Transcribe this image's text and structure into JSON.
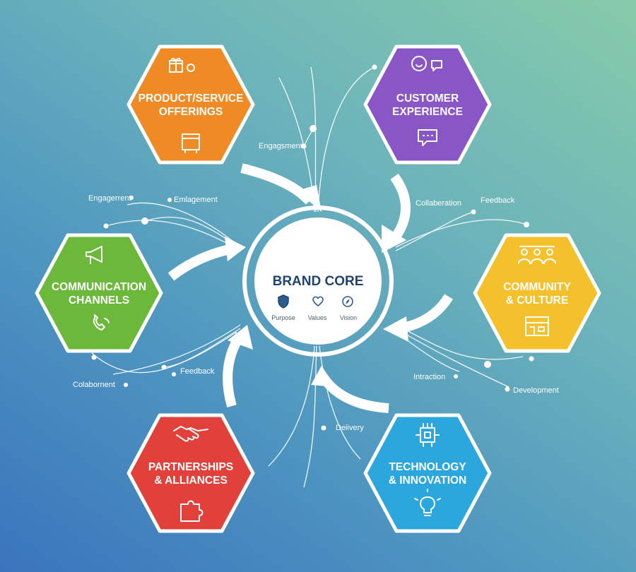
{
  "core": {
    "title": "BRAND CORE",
    "pillars": [
      {
        "label": "Purpose",
        "icon": "shield-icon"
      },
      {
        "label": "Values",
        "icon": "heart-icon"
      },
      {
        "label": "Vision",
        "icon": "compass-icon"
      }
    ]
  },
  "hexagons": [
    {
      "line1": "PRODUCT/SERVICE",
      "line2": "OFFERINGS",
      "color": "#f08a24",
      "icons": [
        "gift-icon",
        "gear-icon",
        "price-tag-icon"
      ]
    },
    {
      "line1": "CUSTOMER",
      "line2": "EXPERIENCE",
      "color": "#8956c6",
      "icons": [
        "smiley-chat-icon",
        "speech-bubble-icon"
      ]
    },
    {
      "line1": "COMMUNICATION",
      "line2": "CHANNELS",
      "color": "#6cb83b",
      "icons": [
        "megaphone-icon",
        "phone-icon"
      ]
    },
    {
      "line1": "COMMUNITY",
      "line2": "& CULTURE",
      "color": "#f4c02c",
      "icons": [
        "people-group-icon",
        "storefront-icon"
      ]
    },
    {
      "line1": "PARTNERSHIPS",
      "line2": "& ALLIANCES",
      "color": "#e2403a",
      "icons": [
        "handshake-icon",
        "puzzle-icon"
      ]
    },
    {
      "line1": "TECHNOLOGY",
      "line2": "& INNOVATION",
      "color": "#2ba7de",
      "icons": [
        "chip-icon",
        "lightbulb-icon"
      ]
    }
  ],
  "connector_labels": {
    "top": "Engagsment",
    "left_top_1": "Engagerrent",
    "left_top_2": "Emlagement",
    "right_top_1": "Collaberation",
    "right_top_2": "Feedback",
    "left_bottom_1": "Colabornent",
    "left_bottom_2": "Feedback",
    "right_bottom_1": "Intraction",
    "right_bottom_2": "Development",
    "bottom": "Deiivery"
  }
}
